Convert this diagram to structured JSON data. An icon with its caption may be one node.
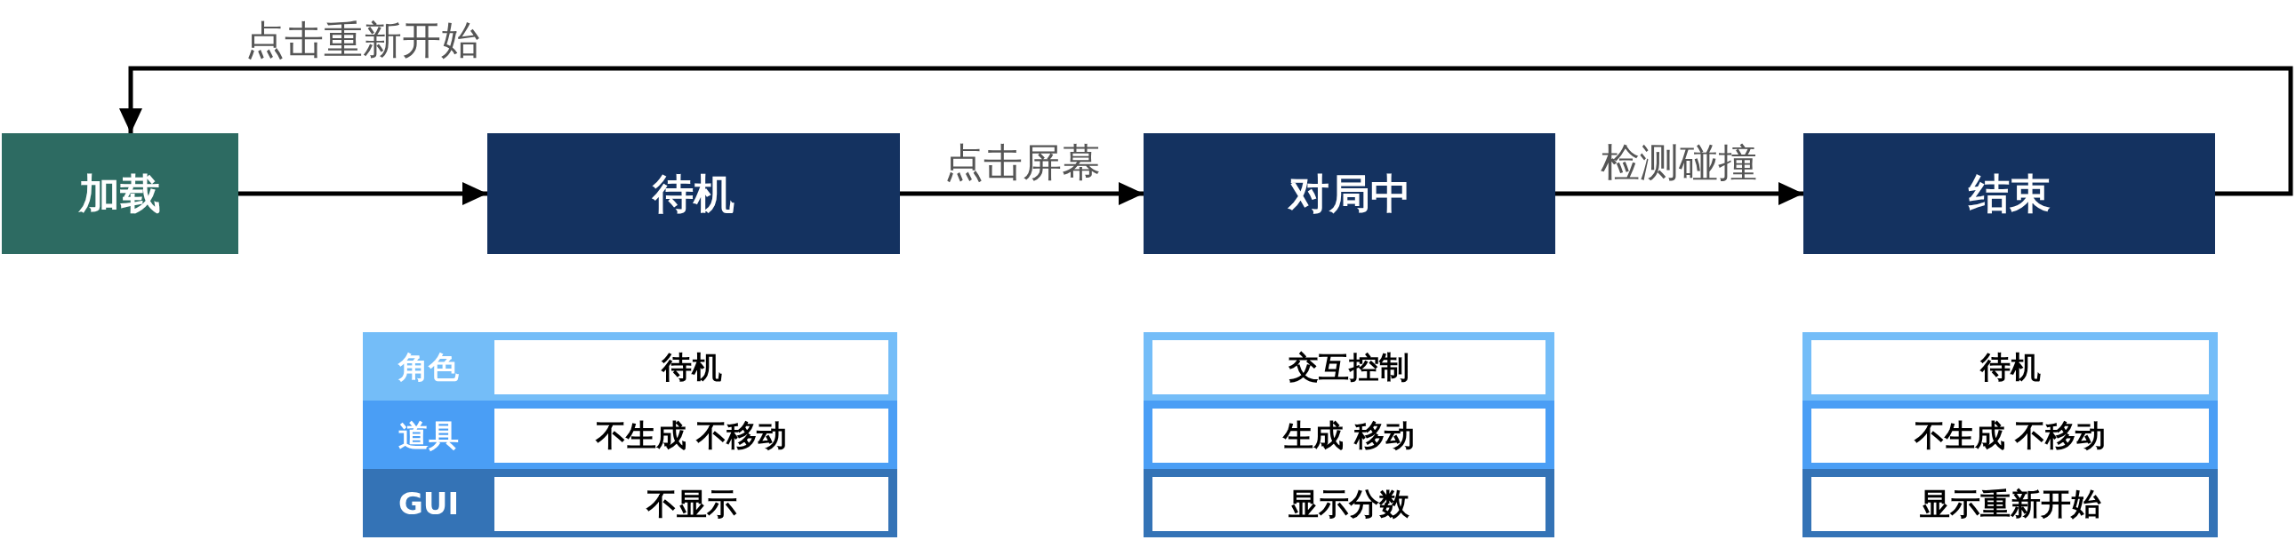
{
  "diagram": {
    "nodes": [
      {
        "text": [
          "加载"
        ]
      },
      {
        "text": [
          "待机"
        ]
      },
      {
        "text": [
          "对局中"
        ]
      },
      {
        "text": [
          "结束"
        ]
      }
    ],
    "edges": [
      {
        "from": 0,
        "to": 1,
        "arrow": "to"
      },
      {
        "from": 1,
        "to": 2,
        "arrow": "to",
        "label": "点击屏幕"
      },
      {
        "from": 2,
        "to": 3,
        "arrow": "to",
        "label": "检测碰撞"
      },
      {
        "from": 3,
        "to": 0,
        "arrow": "to",
        "label": "点击重新开始"
      }
    ],
    "labels": [
      "角色",
      "待机",
      "道具",
      "不生成 不移动",
      "GUI",
      "不显示",
      "交互控制",
      "生成 移动",
      "显示分数",
      "待机",
      "不生成 不移动",
      "显示重新开始"
    ]
  }
}
